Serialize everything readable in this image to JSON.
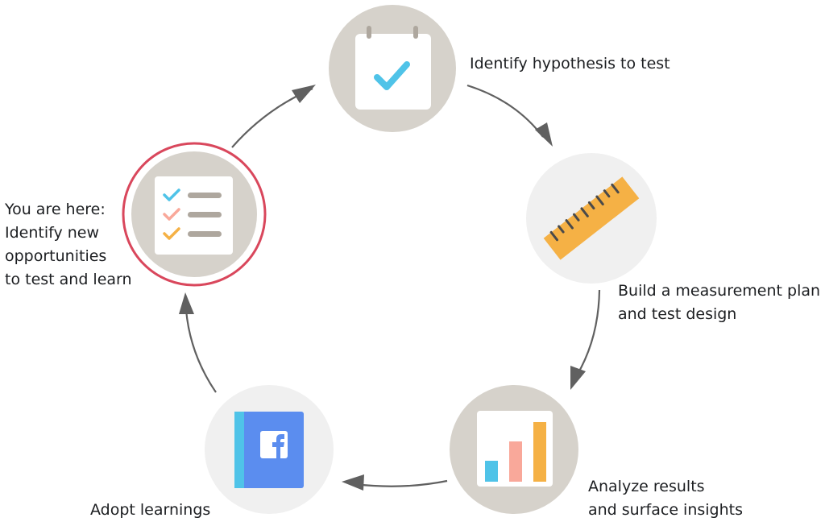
{
  "steps": [
    {
      "lines": [
        "Identify hypothesis to test"
      ],
      "icon": "calendar-check-icon"
    },
    {
      "lines": [
        "Build a measurement plan",
        "and test design"
      ],
      "icon": "ruler-icon"
    },
    {
      "lines": [
        "Analyze results",
        "and surface insights"
      ],
      "icon": "bar-chart-icon"
    },
    {
      "lines": [
        "Adopt learnings"
      ],
      "icon": "facebook-book-icon"
    },
    {
      "lines": [
        "You are here:",
        "Identify new",
        "opportunities",
        "to test and learn"
      ],
      "icon": "checklist-icon",
      "current": true
    }
  ],
  "colors": {
    "circle_gray": "#d6d2cb",
    "circle_light": "#f0f0f0",
    "highlight_ring": "#d9475c",
    "arrow": "#606060",
    "check_blue": "#4fc3e8",
    "check_salmon": "#f9a89a",
    "check_orange": "#f5b145",
    "ruler_orange": "#f5b145",
    "book_blue": "#5b8def",
    "book_spine": "#4fc3e8"
  }
}
